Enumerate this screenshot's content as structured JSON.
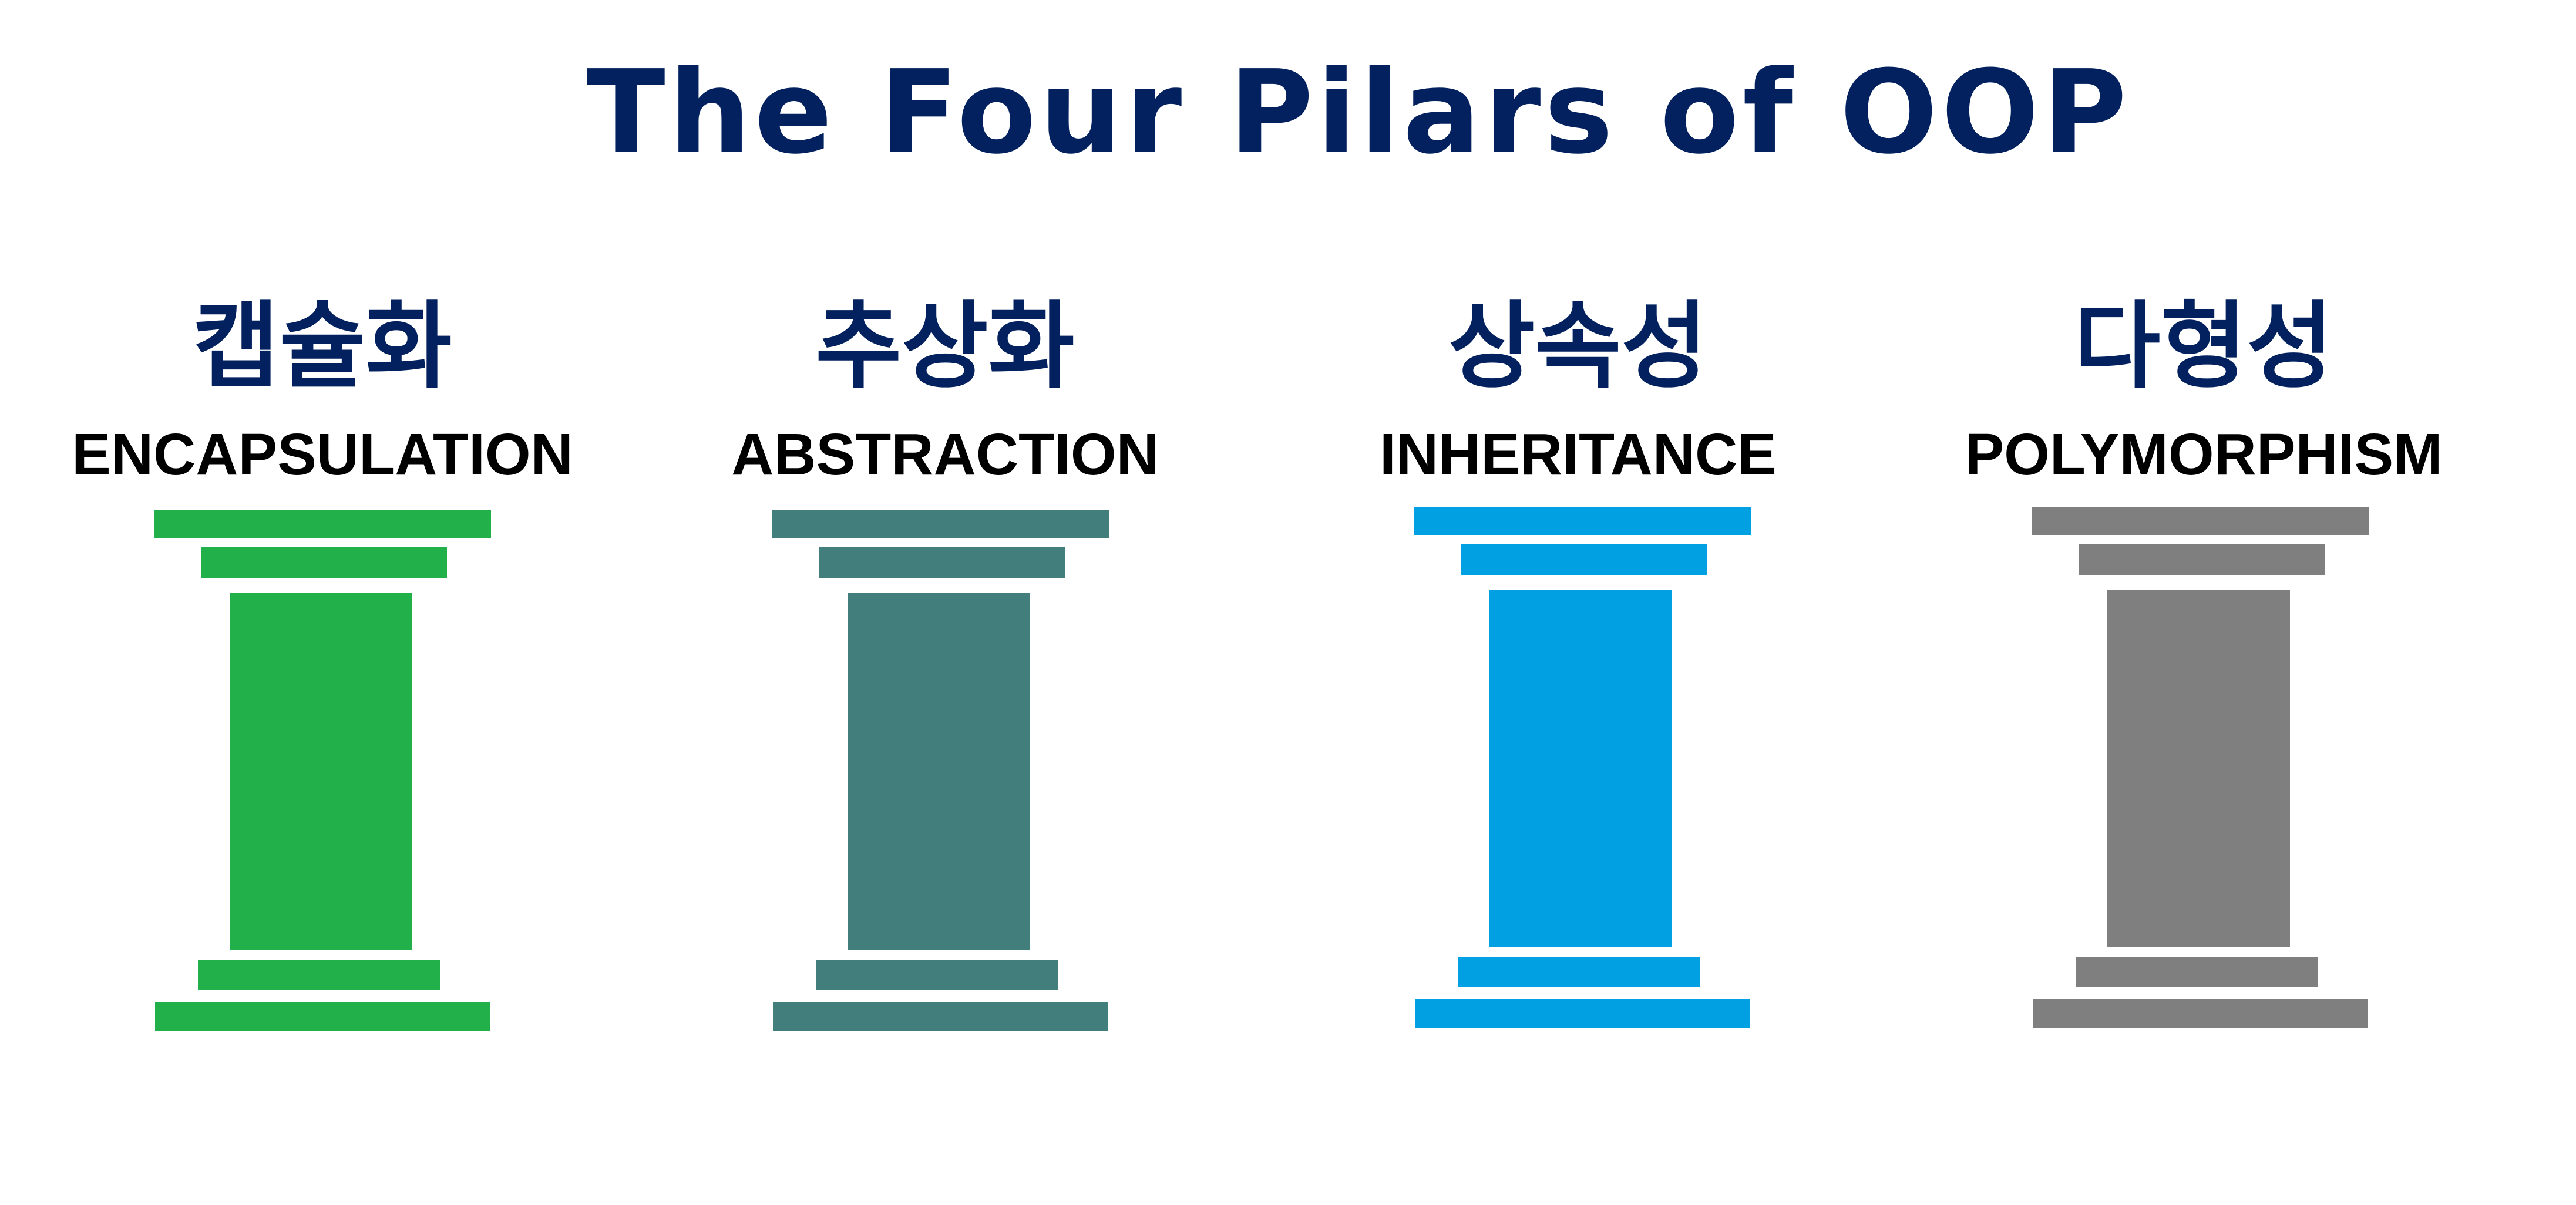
{
  "title": "The Four Pilars of OOP",
  "colors": {
    "title": "#03215F",
    "korean_heading": "#03215F",
    "english_heading": "#000000",
    "background": "#FFFFFF"
  },
  "pillars": [
    {
      "korean": "캡슐화",
      "english": "ENCAPSULATION",
      "color": "#22B04B",
      "icon": "pillar-icon"
    },
    {
      "korean": "추상화",
      "english": "ABSTRACTION",
      "color": "#417E7C",
      "icon": "pillar-icon"
    },
    {
      "korean": "상속성",
      "english": "INHERITANCE",
      "color": "#00A0E3",
      "icon": "pillar-icon"
    },
    {
      "korean": "다형성",
      "english": "POLYMORPHISM",
      "color": "#7F7F7F",
      "icon": "pillar-icon"
    }
  ]
}
